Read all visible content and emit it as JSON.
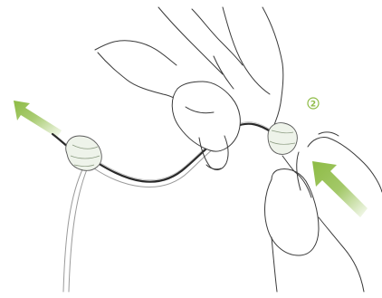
{
  "step_number": "2",
  "colors": {
    "arrow_green": "#8dbb44",
    "outline": "#3a3a3a",
    "background": "#ffffff"
  },
  "elements": {
    "arrow_left_direction": "up-left",
    "arrow_right_direction": "up-left",
    "icons": [
      "hand-outline-icon",
      "earpiece-dome-icon",
      "arrow-icon"
    ]
  }
}
